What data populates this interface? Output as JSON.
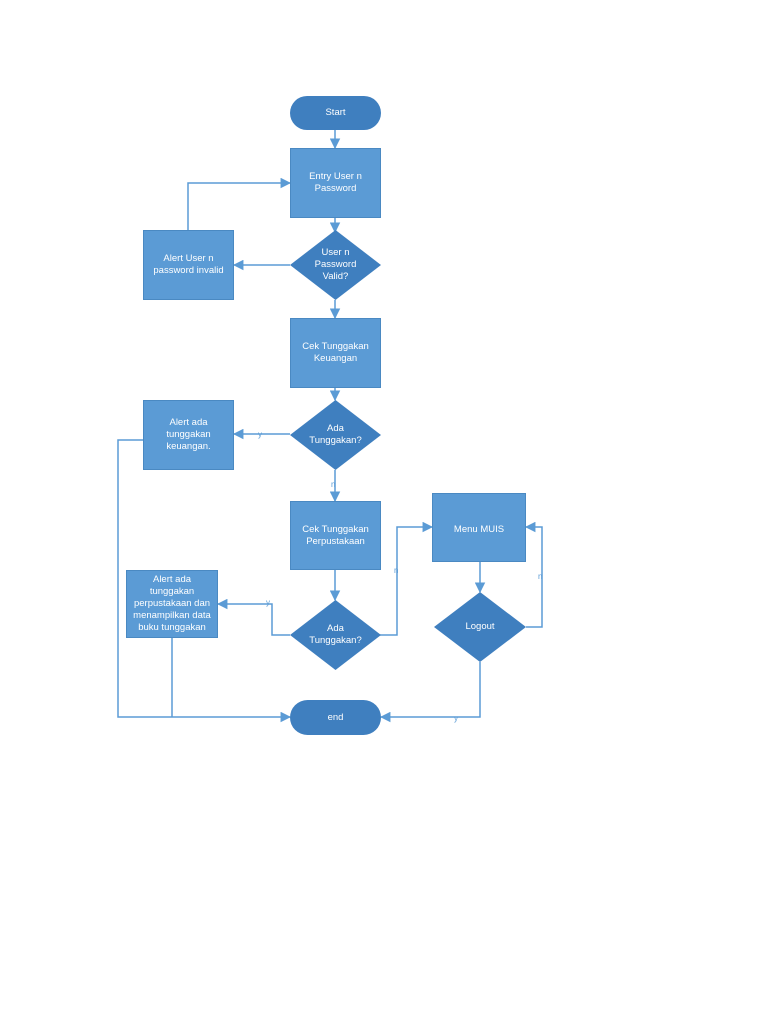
{
  "colors": {
    "fill": "#5b9bd5",
    "terminal": "#3f7fbf",
    "decision": "#3f7fbf",
    "line": "#5b9bd5"
  },
  "nodes": {
    "start": "Start",
    "entry_user": "Entry User n Password",
    "alert_invalid": "Alert User n password invalid",
    "decision_valid": "User n Password Valid?",
    "cek_keuangan": "Cek Tunggakan Keuangan",
    "decision_keuangan": "Ada Tunggakan?",
    "alert_keuangan": "Alert ada tunggakan keuangan.",
    "cek_perpustakaan": "Cek Tunggakan Perpustakaan",
    "alert_perpustakaan": "Alert ada tunggakan perpustakaan dan menampilkan data buku tunggakan",
    "decision_perpustakaan": "Ada Tunggakan?",
    "menu_muis": "Menu MUIS",
    "decision_logout": "Logout",
    "end": "end"
  },
  "edge_labels": {
    "keuangan_yes": "y",
    "keuangan_no": "n",
    "perpustakaan_yes": "y",
    "perpustakaan_no": "n",
    "logout_no": "n",
    "logout_yes": "y"
  }
}
